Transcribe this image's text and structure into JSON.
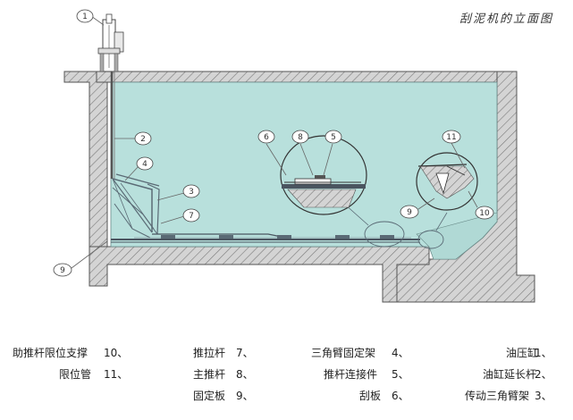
{
  "title": "刮泥机的立面图",
  "callouts": {
    "c1": "1",
    "c2": "2",
    "c3": "3",
    "c4": "4",
    "c5": "5",
    "c6": "6",
    "c7": "7",
    "c8": "8",
    "c9": "9",
    "c9b": "9",
    "c10": "10",
    "c11": "11"
  },
  "legend": [
    {
      "num": "1、",
      "text": "油压缸"
    },
    {
      "num": "2、",
      "text": "油缸延长杆"
    },
    {
      "num": "3、",
      "text": "传动三角臂架"
    },
    {
      "num": "4、",
      "text": "三角臂固定架"
    },
    {
      "num": "5、",
      "text": "推杆连接件"
    },
    {
      "num": "6、",
      "text": "刮板"
    },
    {
      "num": "7、",
      "text": "推拉杆"
    },
    {
      "num": "8、",
      "text": "主推杆"
    },
    {
      "num": "9、",
      "text": "固定板"
    },
    {
      "num": "10、",
      "text": "助推杆限位支撑"
    },
    {
      "num": "11、",
      "text": "限位管"
    }
  ],
  "colors": {
    "water": "#b8e0dc",
    "wall_fill": "#d2d2d2",
    "wall_stroke": "#555555",
    "hatch": "#7a7a7a",
    "structure": "#6a7a85",
    "leader": "#666666"
  }
}
